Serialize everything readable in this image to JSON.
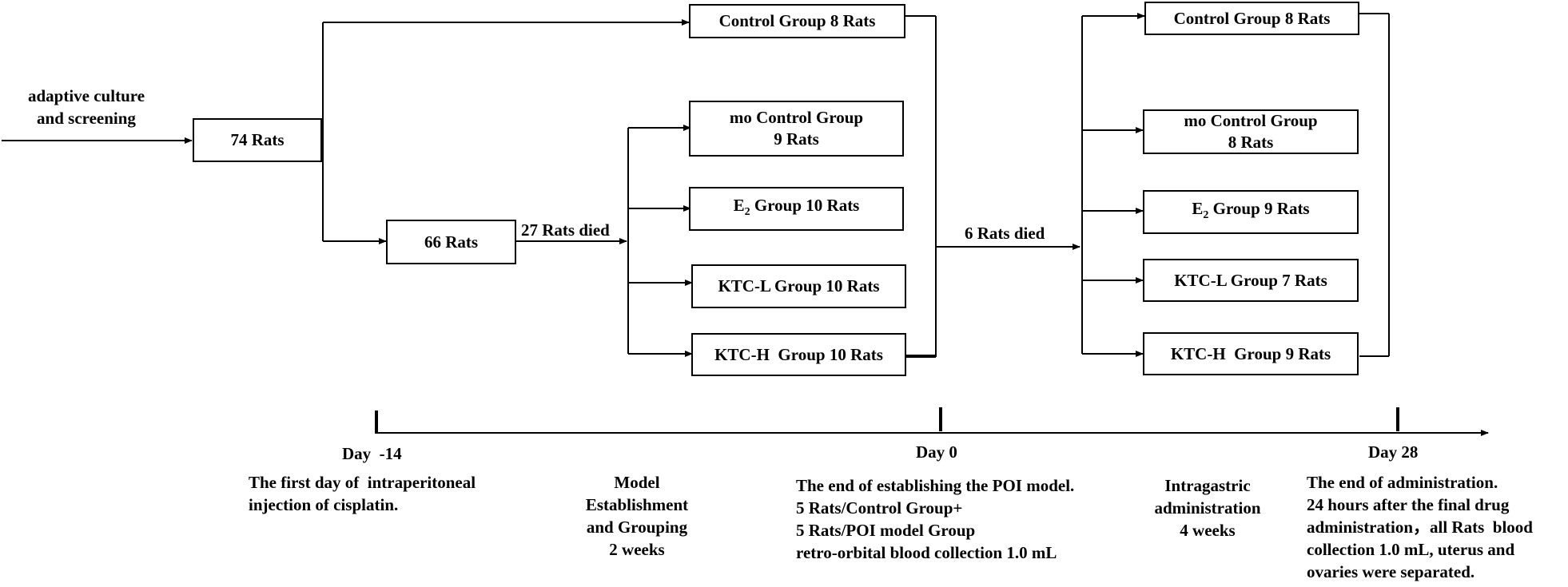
{
  "intro": {
    "line1": "adaptive culture",
    "line2": "and screening"
  },
  "boxes": {
    "rats74": "74 Rats",
    "rats66": "66 Rats",
    "control1": "Control Group 8 Rats",
    "mo1_line1": "mo Control Group",
    "mo1_line2": "9 Rats",
    "e2_1_prefix": "E",
    "e2_1_sub": "2",
    "e2_1_suffix": " Group 10 Rats",
    "ktcl1": "KTC-L Group 10 Rats",
    "ktch1": "KTC-H  Group 10 Rats",
    "control2": "Control Group 8 Rats",
    "mo2_line1": "mo Control Group",
    "mo2_line2": "8 Rats",
    "e2_2_prefix": "E",
    "e2_2_sub": "2",
    "e2_2_suffix": " Group 9 Rats",
    "ktcl2": "KTC-L Group 7 Rats",
    "ktch2": "KTC-H  Group 9 Rats"
  },
  "arrow_labels": {
    "died27": "27 Rats died",
    "died6": "6 Rats died"
  },
  "timeline": {
    "day_start": "Day  -14",
    "day_mid": "Day 0",
    "day_end": "Day 28"
  },
  "notes": {
    "first_day": [
      "The first day of  intraperitoneal",
      "injection of cisplatin."
    ],
    "model": [
      "Model",
      "Establishment",
      "and Grouping",
      "2 weeks"
    ],
    "end_model": [
      "The end of establishing the POI model.",
      "5 Rats/Control Group+",
      "5 Rats/POI model Group",
      "retro-orbital blood collection 1.0 mL"
    ],
    "intragastric": [
      "Intragastric",
      "administration",
      "4 weeks"
    ],
    "end_admin": [
      "The end of administration.",
      "24 hours after the final drug",
      "administration，all Rats  blood",
      "collection 1.0 mL, uterus and",
      "ovaries were separated."
    ]
  }
}
